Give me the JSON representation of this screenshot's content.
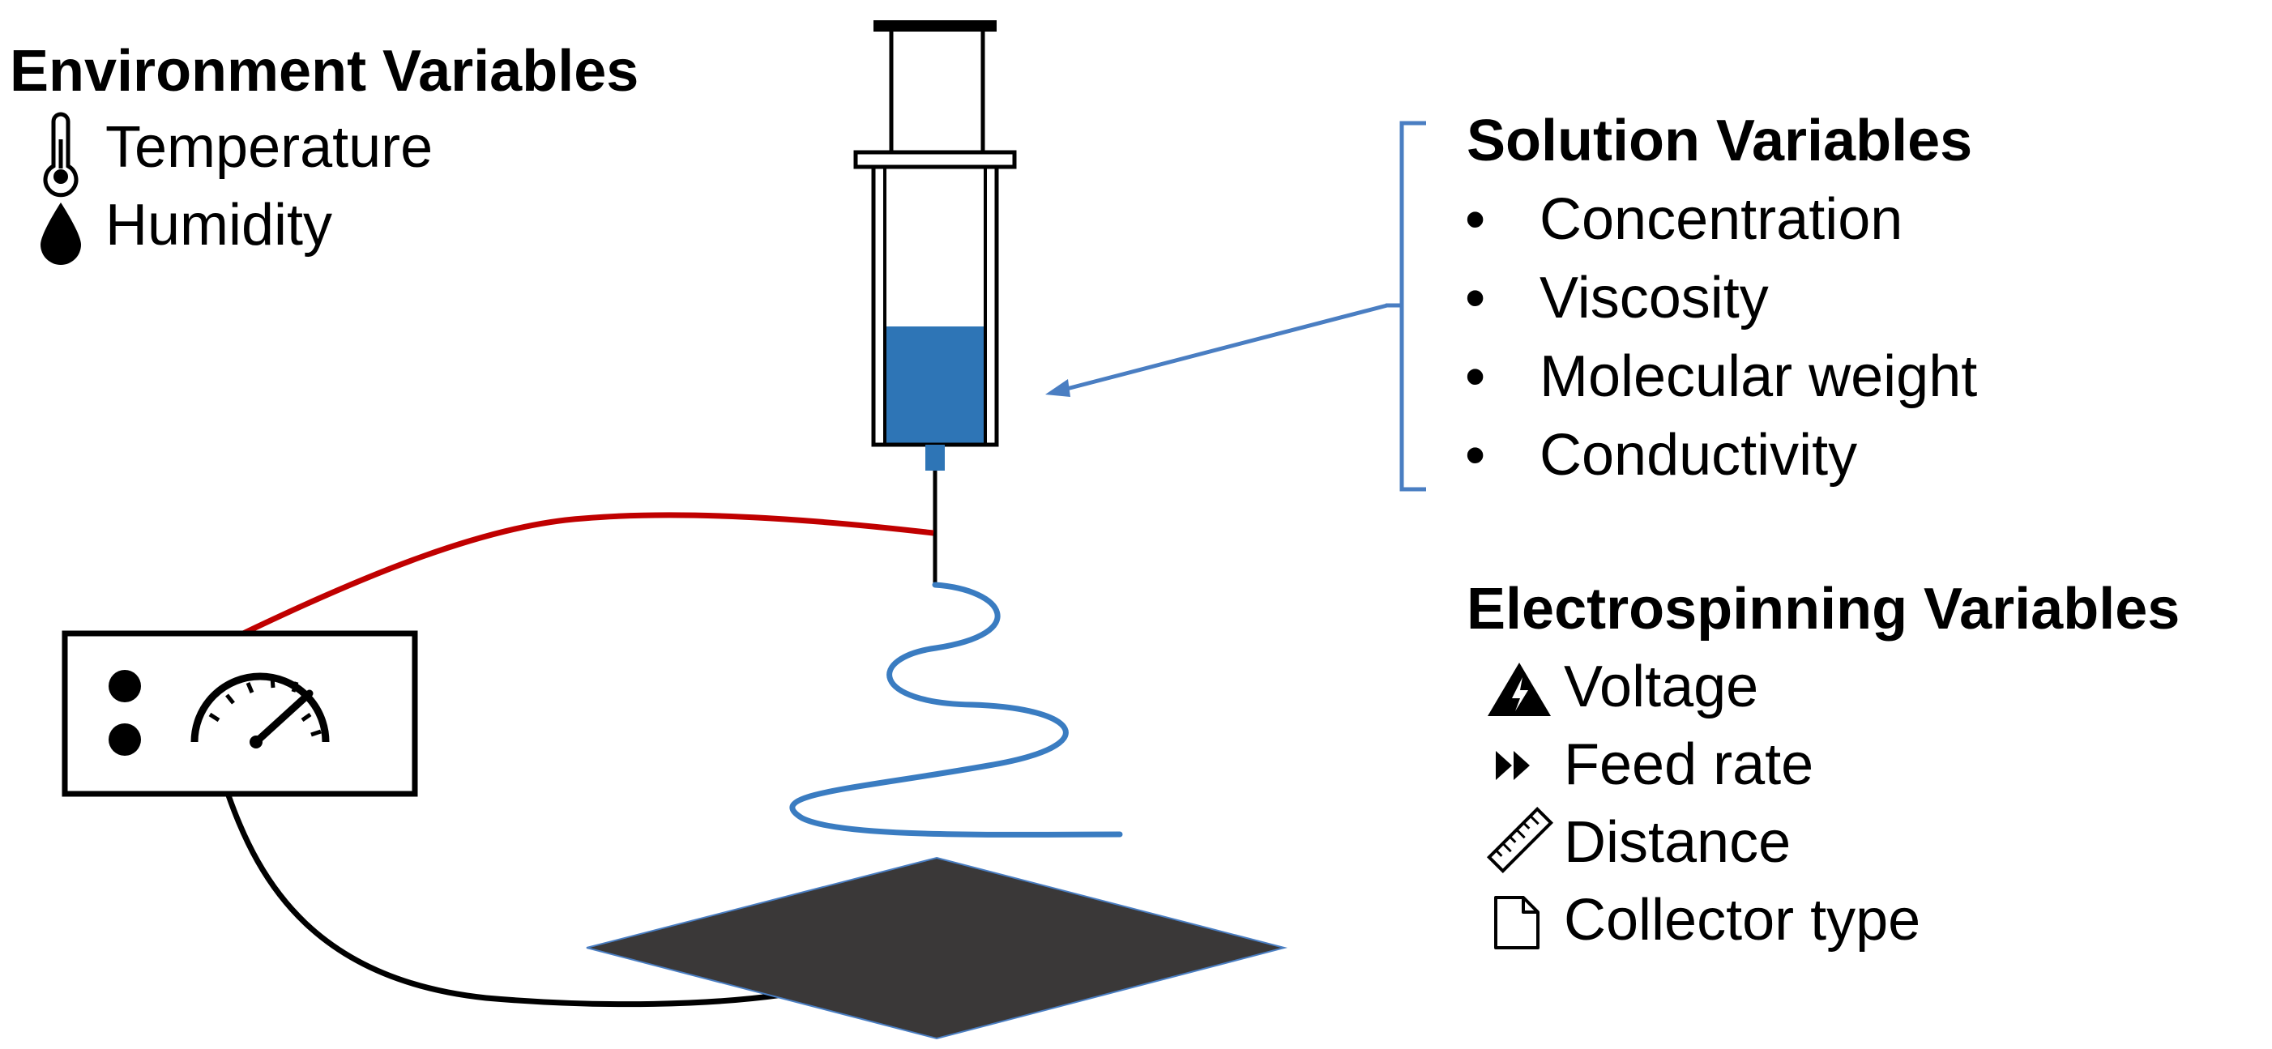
{
  "environment": {
    "title": "Environment Variables",
    "items": [
      {
        "label": "Temperature",
        "icon": "thermometer-icon"
      },
      {
        "label": "Humidity",
        "icon": "droplet-icon"
      }
    ]
  },
  "solution": {
    "title": "Solution Variables",
    "bullet": "•",
    "items": [
      "Concentration",
      "Viscosity",
      "Molecular weight",
      "Conductivity"
    ]
  },
  "electrospinning": {
    "title": "Electrospinning Variables",
    "items": [
      {
        "label": "Voltage",
        "icon": "high-voltage-icon"
      },
      {
        "label": "Feed rate",
        "icon": "fast-forward-icon"
      },
      {
        "label": "Distance",
        "icon": "ruler-icon"
      },
      {
        "label": "Collector type",
        "icon": "document-icon"
      }
    ]
  },
  "colors": {
    "solution_blue": "#2E75B6",
    "fiber_blue": "#3A7CC1",
    "bracket_blue": "#4A7EC2",
    "wire_red": "#C00000",
    "wire_black": "#000000",
    "collector": "#3A3838",
    "text": "#000000"
  }
}
